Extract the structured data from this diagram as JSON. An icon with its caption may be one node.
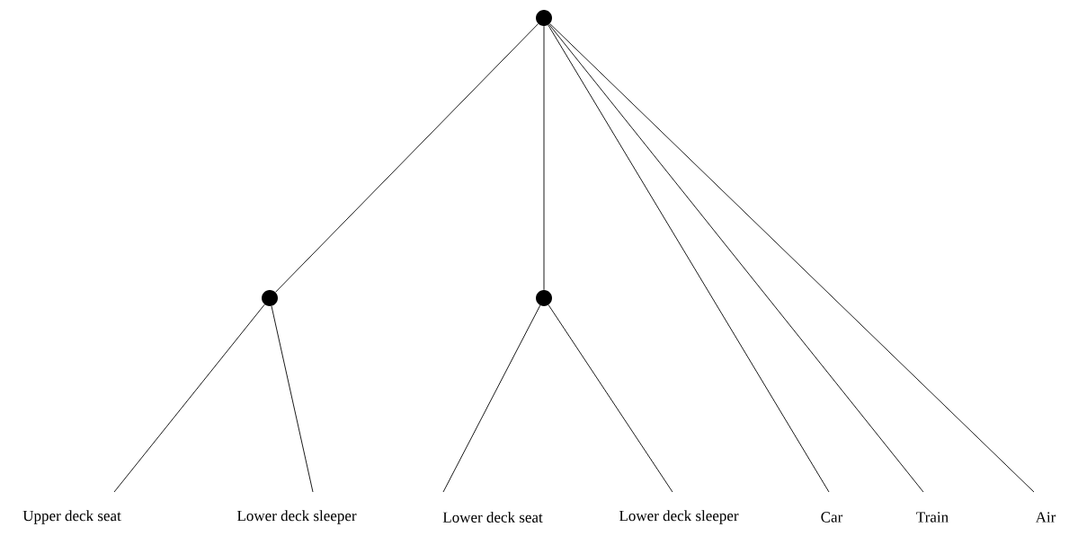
{
  "diagram": {
    "nodes": [
      {
        "text": [],
        "shape": "circle"
      },
      {
        "text": [],
        "shape": "circle"
      },
      {
        "text": [],
        "shape": "circle"
      },
      {
        "text": [
          "Upper deck seat"
        ]
      },
      {
        "text": [
          "Lower deck sleeper"
        ]
      },
      {
        "text": [
          "Lower deck seat"
        ]
      },
      {
        "text": [
          "Lower deck sleeper"
        ]
      },
      {
        "text": [
          "Car"
        ]
      },
      {
        "text": [
          "Train"
        ]
      },
      {
        "text": [
          "Air"
        ]
      }
    ],
    "edges": [
      {
        "from": 0,
        "to": 1,
        "arrow": "none"
      },
      {
        "from": 0,
        "to": 2,
        "arrow": "none"
      },
      {
        "from": 0,
        "to": 7,
        "arrow": "none"
      },
      {
        "from": 0,
        "to": 8,
        "arrow": "none"
      },
      {
        "from": 0,
        "to": 9,
        "arrow": "none"
      },
      {
        "from": 1,
        "to": 3,
        "arrow": "none"
      },
      {
        "from": 1,
        "to": 4,
        "arrow": "none"
      },
      {
        "from": 2,
        "to": 5,
        "arrow": "none"
      },
      {
        "from": 2,
        "to": 6,
        "arrow": "none"
      }
    ]
  }
}
